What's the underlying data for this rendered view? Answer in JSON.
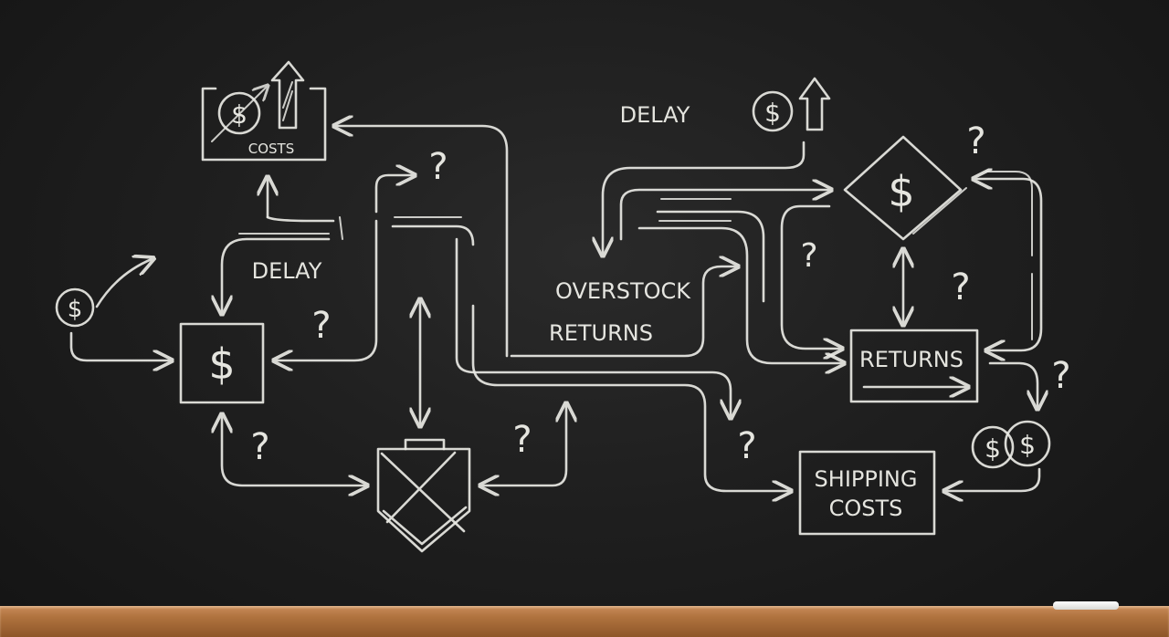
{
  "labels": {
    "costs": "COSTS",
    "delay_left": "DELAY",
    "delay_top": "DELAY",
    "overstock": "OVERSTOCK",
    "returns_middle": "RETURNS",
    "returns_box": "RETURNS",
    "shipping_line1": "SHIPPING",
    "shipping_line2": "COSTS"
  },
  "symbols": {
    "dollar": "$",
    "question": "?"
  },
  "colors": {
    "chalk": "#e9e9e4",
    "board": "#1f1f1f",
    "ledge": "#b0733f"
  }
}
